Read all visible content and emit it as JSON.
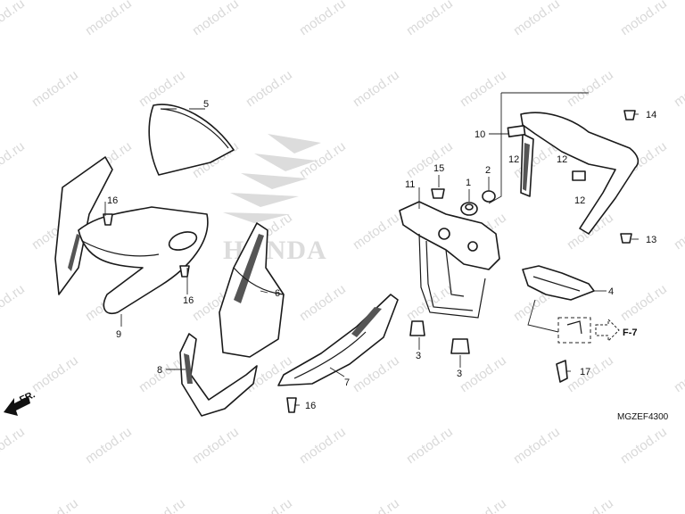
{
  "watermark": "motod.ru",
  "logo_text": "HONDA",
  "diagram_code": "MGZEF4300",
  "front_label": "FR.",
  "ref_label": "F-7",
  "callouts": {
    "c1": "1",
    "c2": "2",
    "c3a": "3",
    "c3b": "3",
    "c4": "4",
    "c5": "5",
    "c6": "6",
    "c7": "7",
    "c8": "8",
    "c9": "9",
    "c10": "10",
    "c11": "11",
    "c12a": "12",
    "c12b": "12",
    "c12c": "12",
    "c13": "13",
    "c14": "14",
    "c15": "15",
    "c16a": "16",
    "c16b": "16",
    "c16c": "16",
    "c17": "17"
  }
}
